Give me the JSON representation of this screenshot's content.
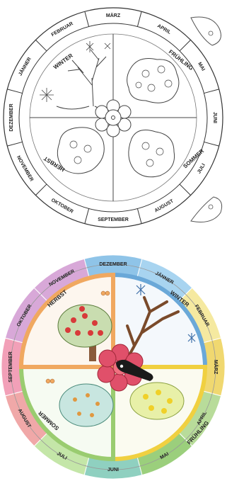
{
  "top_wheel": {
    "months": [
      "MÄRZ",
      "APRIL",
      "MAI",
      "JUNI",
      "JULI",
      "AUGUST",
      "SEPTEMBER",
      "OKTOBER",
      "NOVEMBER",
      "DEZEMBER",
      "JÄNNER",
      "FEBRUAR"
    ],
    "seasons": [
      "WINTER",
      "FRÜHLING",
      "SOMMER",
      "HERBST"
    ],
    "style": "black-and-white coloring template"
  },
  "bottom_wheel": {
    "months": [
      "DEZEMBER",
      "JÄNNER",
      "FEBRUAR",
      "MÄRZ",
      "APRIL",
      "MAI",
      "JUNI",
      "JULI",
      "AUGUST",
      "SEPTEMBER",
      "OKTOBER",
      "NOVEMBER"
    ],
    "seasons": [
      "WINTER",
      "FRÜHLING",
      "SOMMER",
      "HERBST"
    ],
    "month_colors": [
      "#8fc4e8",
      "#a8d4f0",
      "#f5e9a0",
      "#f0d870",
      "#b8dc9a",
      "#9bcf7c",
      "#8fd0c0",
      "#c4e6a8",
      "#f0a8a8",
      "#f2a0b8",
      "#d8a8d8",
      "#d8a8d8"
    ],
    "season_colors": {
      "winter": "#6aa8d8",
      "spring": "#f0d040",
      "summer": "#9acc70",
      "autumn": "#f0a860"
    }
  }
}
